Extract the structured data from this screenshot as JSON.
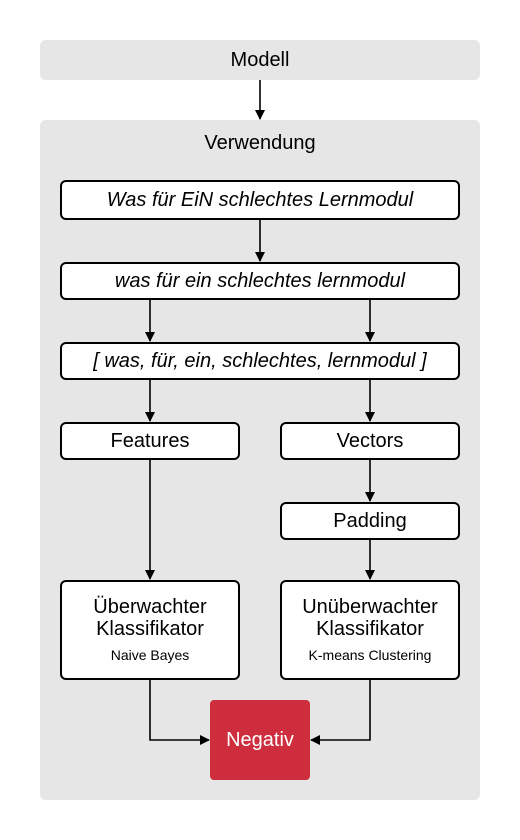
{
  "model": {
    "title": "Modell"
  },
  "usage": {
    "title": "Verwendung"
  },
  "steps": {
    "raw": "Was für EiN schlechtes Lernmodul",
    "lower": "was für ein schlechtes lernmodul",
    "tokens": "[ was, für, ein, schlechtes, lernmodul ]"
  },
  "features": "Features",
  "vectors": "Vectors",
  "padding": "Padding",
  "supervised": {
    "title_line1": "Überwachter",
    "title_line2": "Klassifikator",
    "subtitle": "Naive Bayes"
  },
  "unsupervised": {
    "title_line1": "Unüberwachter",
    "title_line2": "Klassifikator",
    "subtitle": "K-means Clustering"
  },
  "result": {
    "label": "Negativ",
    "color": "#cd2d3c"
  }
}
